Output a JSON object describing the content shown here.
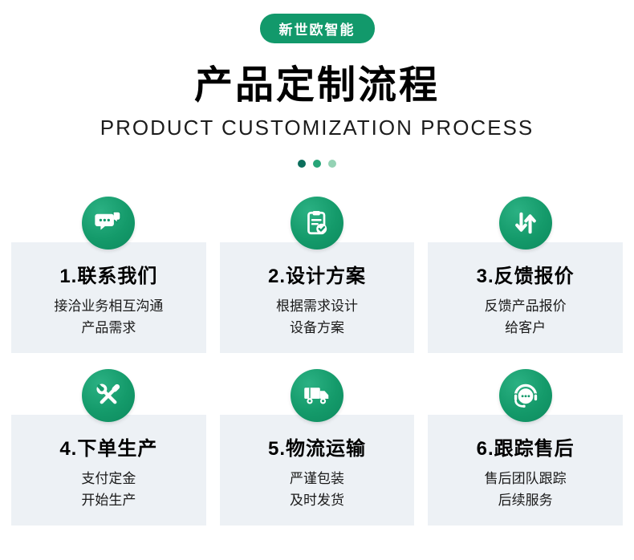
{
  "colors": {
    "accent": "#12996b",
    "icon_green": "#12996b",
    "card_bg": "#edf1f5"
  },
  "header": {
    "badge": "新世欧智能",
    "title": "产品定制流程",
    "subtitle": "PRODUCT CUSTOMIZATION PROCESS"
  },
  "dots": {
    "colors": [
      "#0c6e5c",
      "#27a578",
      "#94d2b4"
    ]
  },
  "steps": [
    {
      "icon": "chat-icon",
      "title": "1.联系我们",
      "desc_line1": "接洽业务相互沟通",
      "desc_line2": "产品需求"
    },
    {
      "icon": "clipboard-check-icon",
      "title": "2.设计方案",
      "desc_line1": "根据需求设计",
      "desc_line2": "设备方案"
    },
    {
      "icon": "arrows-exchange-icon",
      "title": "3.反馈报价",
      "desc_line1": "反馈产品报价",
      "desc_line2": "给客户"
    },
    {
      "icon": "tools-icon",
      "title": "4.下单生产",
      "desc_line1": "支付定金",
      "desc_line2": "开始生产"
    },
    {
      "icon": "truck-icon",
      "title": "5.物流运输",
      "desc_line1": "严谨包装",
      "desc_line2": "及时发货"
    },
    {
      "icon": "headset-icon",
      "title": "6.跟踪售后",
      "desc_line1": "售后团队跟踪",
      "desc_line2": "后续服务"
    }
  ]
}
